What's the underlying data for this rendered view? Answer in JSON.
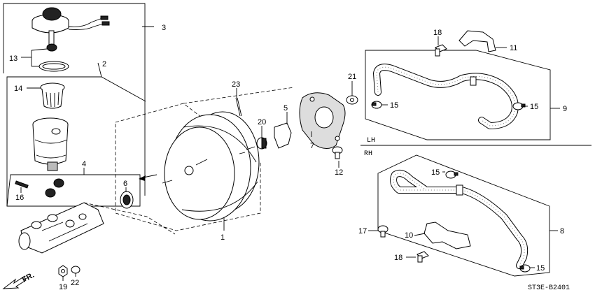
{
  "parts": [
    {
      "id": "p1",
      "label": "1"
    },
    {
      "id": "p2",
      "label": "2"
    },
    {
      "id": "p3",
      "label": "3"
    },
    {
      "id": "p4",
      "label": "4"
    },
    {
      "id": "p5",
      "label": "5"
    },
    {
      "id": "p6",
      "label": "6"
    },
    {
      "id": "p7",
      "label": "7"
    },
    {
      "id": "p8",
      "label": "8"
    },
    {
      "id": "p9",
      "label": "9"
    },
    {
      "id": "p10",
      "label": "10"
    },
    {
      "id": "p11",
      "label": "11"
    },
    {
      "id": "p12",
      "label": "12"
    },
    {
      "id": "p13",
      "label": "13"
    },
    {
      "id": "p14",
      "label": "14"
    },
    {
      "id": "p15a",
      "label": "15"
    },
    {
      "id": "p15b",
      "label": "15"
    },
    {
      "id": "p15c",
      "label": "15"
    },
    {
      "id": "p15d",
      "label": "15"
    },
    {
      "id": "p16",
      "label": "16"
    },
    {
      "id": "p17",
      "label": "17"
    },
    {
      "id": "p18a",
      "label": "18"
    },
    {
      "id": "p18b",
      "label": "18"
    },
    {
      "id": "p19",
      "label": "19"
    },
    {
      "id": "p20",
      "label": "20"
    },
    {
      "id": "p21",
      "label": "21"
    },
    {
      "id": "p22",
      "label": "22"
    },
    {
      "id": "p23",
      "label": "23"
    }
  ],
  "sides": {
    "upper": "LH",
    "lower": "RH"
  },
  "direction": "FR.",
  "diagram_code": "ST3E-B2401"
}
